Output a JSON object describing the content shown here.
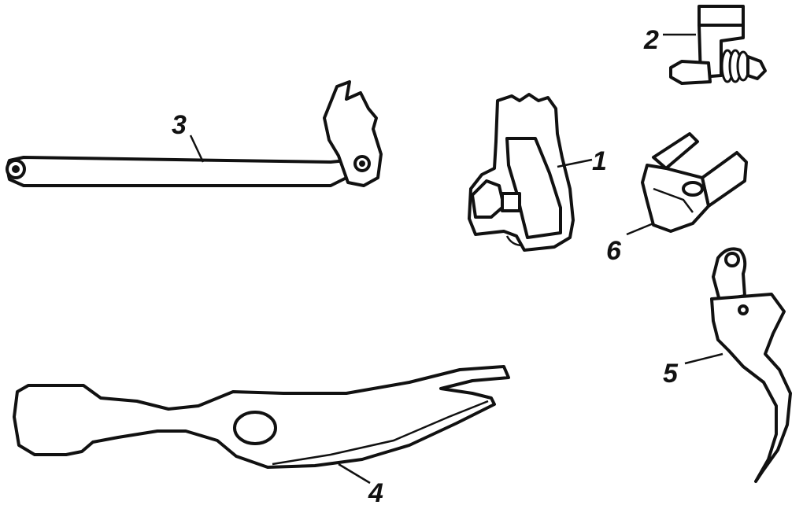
{
  "figure": {
    "parts": [
      {
        "id": "part-1",
        "label": "1"
      },
      {
        "id": "part-2",
        "label": "2"
      },
      {
        "id": "part-3",
        "label": "3"
      },
      {
        "id": "part-4",
        "label": "4"
      },
      {
        "id": "part-5",
        "label": "5"
      },
      {
        "id": "part-6",
        "label": "6"
      }
    ]
  }
}
